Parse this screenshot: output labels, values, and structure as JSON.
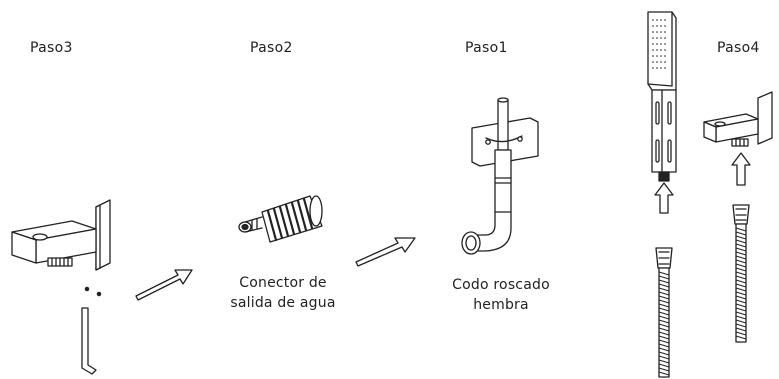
{
  "steps": [
    {
      "id": "paso3",
      "label": "Paso3"
    },
    {
      "id": "paso2",
      "label": "Paso2"
    },
    {
      "id": "paso1",
      "label": "Paso1"
    },
    {
      "id": "paso4",
      "label": "Paso4"
    }
  ],
  "parts": {
    "connector": {
      "line1": "Conector de",
      "line2": "salida de agua"
    },
    "elbow": {
      "line1": "Codo roscado",
      "line2": "hembra"
    }
  },
  "colors": {
    "ink": "#222222",
    "background": "#ffffff"
  }
}
